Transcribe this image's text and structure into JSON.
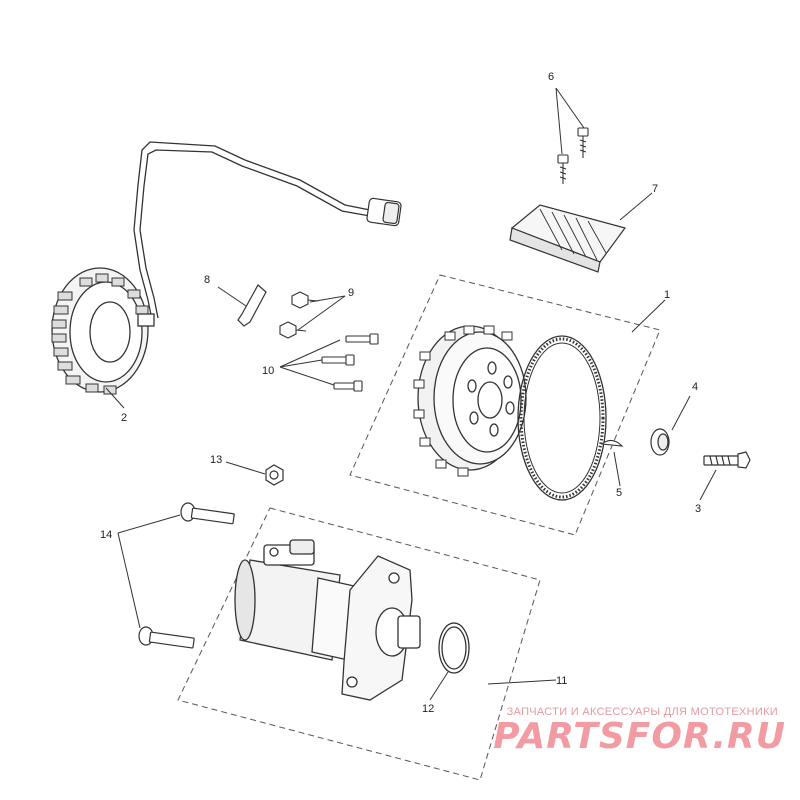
{
  "callouts": [
    "1",
    "2",
    "3",
    "4",
    "5",
    "6",
    "7",
    "8",
    "9",
    "10",
    "11",
    "12",
    "13",
    "14"
  ],
  "watermark": {
    "caption": "ЗАПЧАСТИ И АКСЕССУАРЫ ДЛЯ МОТОТЕХНИКИ",
    "logo": "PARTSFOR.RU"
  },
  "colors": {
    "line": "#333333",
    "dash": "#555555",
    "watermark": "#f28a92"
  }
}
